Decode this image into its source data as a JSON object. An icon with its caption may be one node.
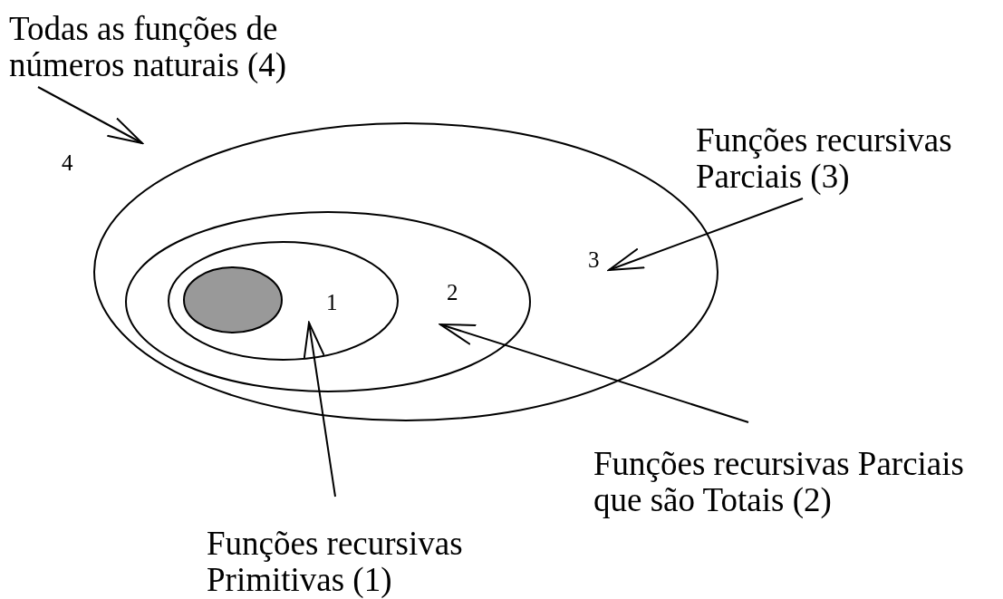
{
  "diagram": {
    "nodes": [
      {
        "text": [
          "Todas as funções de números naturais (4)"
        ]
      },
      {
        "text": [
          "Funções recursivas Parciais (3)"
        ]
      },
      {
        "text": [
          "3"
        ]
      },
      {
        "text": [
          "2"
        ],
        "in": 2
      },
      {
        "text": [
          "1"
        ],
        "in": 3
      },
      {
        "text": [],
        "shape": "ellipse",
        "in": 4
      },
      {
        "text": [
          "Funções recursivas Parciais que são Totais (2)"
        ]
      },
      {
        "text": [
          "Funções recursivas Primitivas (1)"
        ]
      }
    ],
    "edges": [
      {
        "from": 0,
        "to": null,
        "arrow": "to"
      },
      {
        "from": 1,
        "to": null,
        "arrow": "to"
      },
      {
        "from": 6,
        "to": null,
        "arrow": "to"
      },
      {
        "from": 7,
        "to": null,
        "arrow": "to"
      }
    ],
    "labels": [
      "4"
    ]
  }
}
